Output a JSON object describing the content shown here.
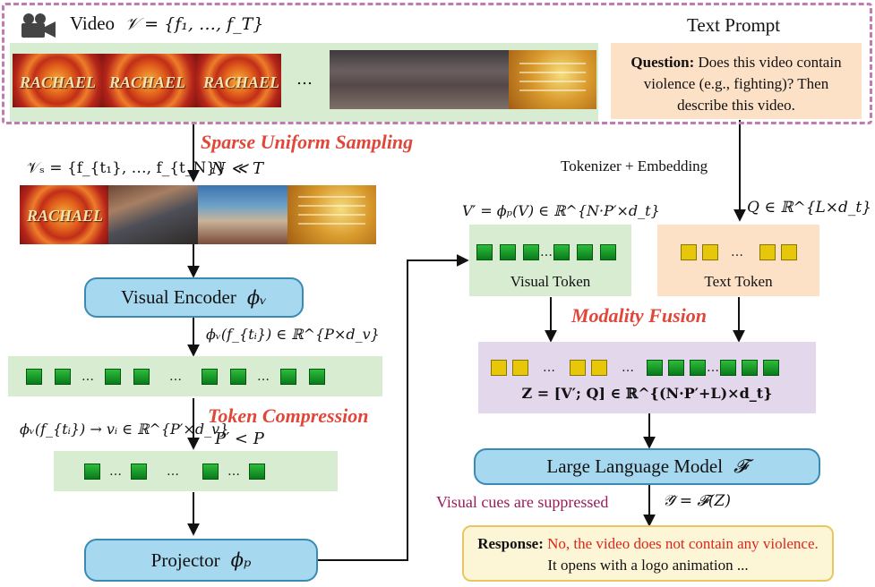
{
  "video": {
    "title_prefix": "Video",
    "title_math": "𝒱 = {f₁, …, f_T}",
    "frames": [
      "RACHAEL",
      "RACHAEL",
      "RACHAEL"
    ],
    "ellipsis": "…"
  },
  "sparse_sampling": {
    "label": "Sparse Uniform Sampling",
    "subset_math": "𝒱ₛ = {f_{t₁}, …, f_{t_N}}",
    "condition_math": "N ≪ T",
    "frame_text": "RACHAEL"
  },
  "text_prompt": {
    "title": "Text Prompt",
    "question_label": "Question:",
    "question_text": "Does this video contain violence (e.g., fighting)? Then describe this video."
  },
  "tokenizer_label": "Tokenizer + Embedding",
  "visual_encoder": {
    "label": "Visual Encoder",
    "symbol": "ϕᵥ",
    "output_math": "ϕᵥ(f_{tᵢ}) ∈ ℝ^{P×d_v}"
  },
  "token_compression": {
    "label": "Token Compression",
    "map_math": "ϕᵥ(f_{tᵢ}) → vᵢ ∈ ℝ^{P′×d_v}",
    "condition_math": "P′ < P"
  },
  "projector": {
    "label": "Projector",
    "symbol": "ϕₚ"
  },
  "visual_token": {
    "math": "V′ = ϕₚ(V) ∈ ℝ^{N·P′×d_t}",
    "label": "Visual Token"
  },
  "text_token": {
    "math": "Q ∈ ℝ^{L×d_t}",
    "label": "Text Token"
  },
  "modality_fusion": {
    "label": "Modality Fusion",
    "math": "Z = [V′; Q] ∈ ℝ^{(N·P′+L)×d_t}"
  },
  "llm": {
    "label": "Large Language Model",
    "symbol": "𝓕",
    "output_math": "𝒴̂ = 𝓕(Z)"
  },
  "suppressed_note": "Visual cues are suppressed",
  "response": {
    "label": "Response:",
    "red_text": "No, the video does not contain any violence.",
    "rest_text": "It opens with a logo animation ..."
  },
  "colors": {
    "accent_red": "#e0473a",
    "dashed_border": "#c07bb0",
    "green_panel": "#d8ecd1",
    "orange_panel": "#fde1c7",
    "purple_panel": "#e3d7eb",
    "pill_blue": "#a6d8ef",
    "token_green": "#16952a",
    "token_yellow": "#e6c70a",
    "suppressed_text": "#9b1a5a"
  }
}
